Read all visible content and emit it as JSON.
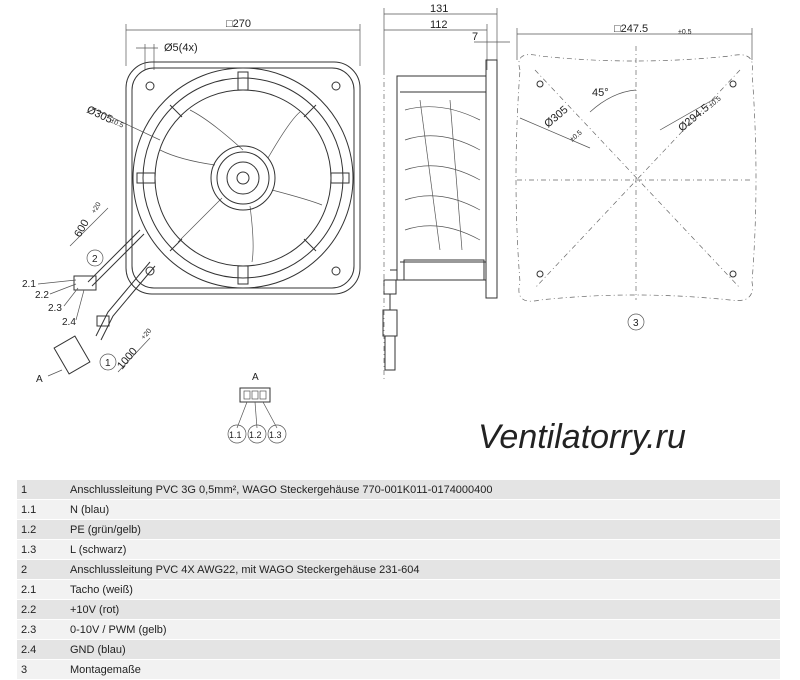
{
  "dimensions": {
    "front_width": "□270",
    "holes": "Ø5(4x)",
    "outer_dia": "Ø305",
    "outer_dia_tol": "±0.5",
    "cable2_len": "600",
    "cable2_tol": "+20",
    "cable1_len": "1000",
    "cable1_tol": "+20",
    "side_depth_total": "131",
    "side_depth_body": "112",
    "side_flange": "7",
    "mount_square": "□247.5",
    "mount_square_tol": "±0.5",
    "mount_angle": "45°",
    "mount_dia1": "Ø305",
    "mount_dia1_tol": "±0.5",
    "mount_dia2": "Ø294.5",
    "mount_dia2_tol": "±0.5"
  },
  "callouts": {
    "c1": "1",
    "c2": "2",
    "c3": "3",
    "a_left": "A",
    "a_detail": "A",
    "w21": "2.1",
    "w22": "2.2",
    "w23": "2.3",
    "w24": "2.4",
    "p11": "1.1",
    "p12": "1.2",
    "p13": "1.3"
  },
  "watermark": "Ventilatorry.ru",
  "legend": [
    {
      "num": "1",
      "text": "Anschlussleitung PVC 3G 0,5mm², WAGO Steckergehäuse 770-001K011-0174000400"
    },
    {
      "num": "1.1",
      "text": "N (blau)"
    },
    {
      "num": "1.2",
      "text": "PE (grün/gelb)"
    },
    {
      "num": "1.3",
      "text": "L (schwarz)"
    },
    {
      "num": "2",
      "text": "Anschlussleitung PVC 4X AWG22, mit WAGO Steckergehäuse 231-604"
    },
    {
      "num": "2.1",
      "text": "Tacho (weiß)"
    },
    {
      "num": "2.2",
      "text": "+10V (rot)"
    },
    {
      "num": "2.3",
      "text": "0-10V / PWM (gelb)"
    },
    {
      "num": "2.4",
      "text": "GND (blau)"
    },
    {
      "num": "3",
      "text": "Montagemaße"
    }
  ]
}
